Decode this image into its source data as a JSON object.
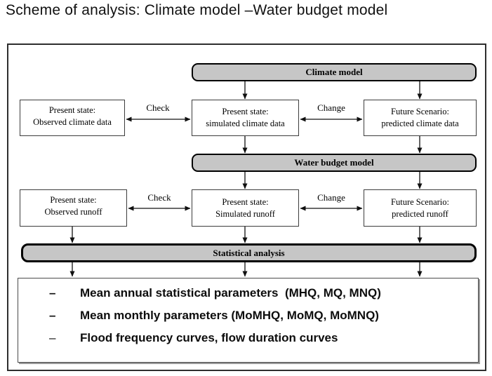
{
  "page_title": "Scheme of analysis: Climate model –Water budget model",
  "diagram": {
    "bars": {
      "climate": "Climate model",
      "water": "Water budget model",
      "statistical": "Statistical analysis"
    },
    "climate_row": {
      "observed": {
        "line1": "Present state:",
        "line2": "Observed climate data"
      },
      "simulated": {
        "line1": "Present state:",
        "line2": "simulated climate data"
      },
      "predicted": {
        "line1": "Future Scenario:",
        "line2": "predicted climate data"
      },
      "check_label": "Check",
      "change_label": "Change"
    },
    "runoff_row": {
      "observed": {
        "line1": "Present state:",
        "line2": "Observed runoff"
      },
      "simulated": {
        "line1": "Present state:",
        "line2": "Simulated runoff"
      },
      "predicted": {
        "line1": "Future Scenario:",
        "line2": "predicted runoff"
      },
      "check_label": "Check",
      "change_label": "Change"
    },
    "results": {
      "items": [
        {
          "bullet": "–",
          "text": "Mean annual statistical parameters  (MHQ, MQ, MNQ)"
        },
        {
          "bullet": "–",
          "text": "Mean monthly parameters (MoMHQ, MoMQ, MoMNQ)"
        },
        {
          "bullet": "–",
          "text": "Flood frequency curves, flow duration curves"
        }
      ]
    },
    "colors": {
      "bar_fill": "#c6c6c6",
      "border": "#000000",
      "text": "#000000"
    }
  }
}
